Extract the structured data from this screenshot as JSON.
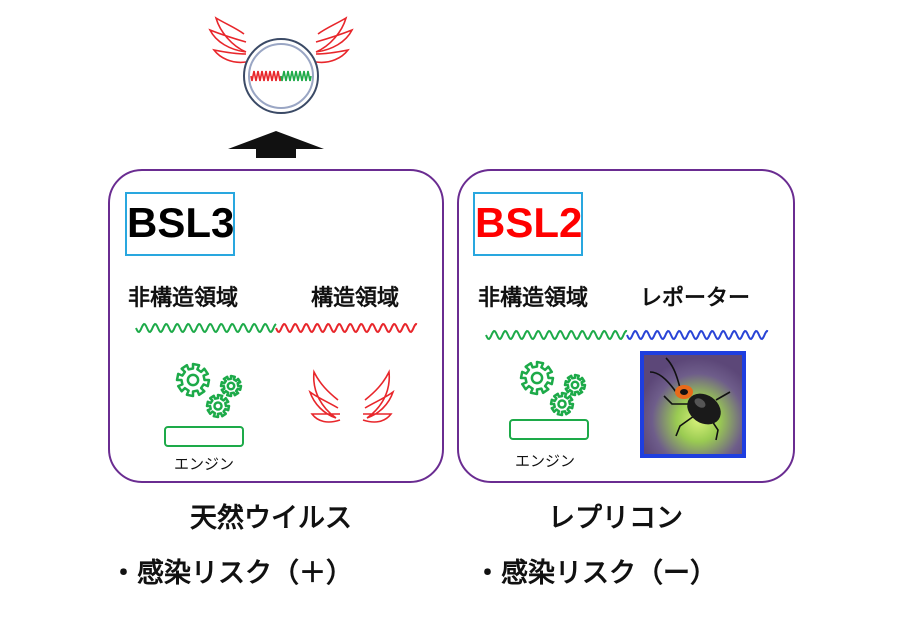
{
  "left_panel": {
    "bsl_label": "BSL3",
    "bsl_color": "#000000",
    "region_nonstructural": "非構造領域",
    "region_structural": "構造領域",
    "engine_label": "エンジン",
    "caption_line1": "天然ウイルス",
    "caption_line2": "・感染リスク（＋）"
  },
  "right_panel": {
    "bsl_label": "BSL2",
    "bsl_color": "#ff0000",
    "region_nonstructural": "非構造領域",
    "region_reporter": "レポーター",
    "engine_label": "エンジン",
    "caption_line1": "レプリコン",
    "caption_line2": "・感染リスク（ー）"
  },
  "colors": {
    "panel_border": "#6a2c91",
    "bsl_box": "#29a7df",
    "green": "#1daa49",
    "red": "#e8262b",
    "blue": "#2a44d6",
    "dark_arrow": "#111111"
  }
}
